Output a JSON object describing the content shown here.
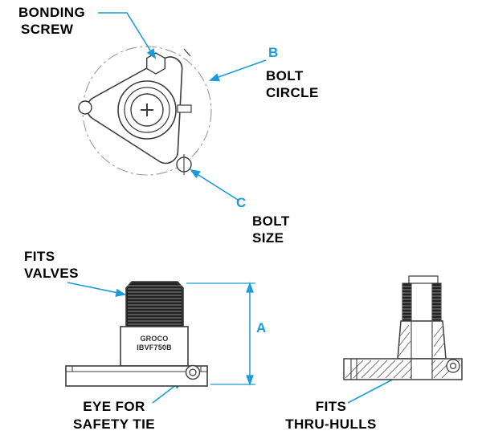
{
  "diagram_title": "flanged-thru-hull-fitting-diagram",
  "colors": {
    "accent_blue": "#1a9cd8",
    "line_ink": "#3c3c3c",
    "thread_dark": "#1f1f1f"
  },
  "labels": {
    "bonding": {
      "line1": "BONDING",
      "line2": "SCREW"
    },
    "bolt_circle": {
      "letter": "B",
      "line1": "BOLT",
      "line2": "CIRCLE"
    },
    "bolt_size": {
      "letter": "C",
      "line1": "BOLT",
      "line2": "SIZE"
    },
    "fits_valves": {
      "line1": "FITS",
      "line2": "VALVES"
    },
    "dimension": {
      "letter": "A"
    },
    "eye": {
      "line1": "EYE FOR",
      "line2": "SAFETY TIE"
    },
    "thru_hulls": {
      "line1": "FITS",
      "line2": "THRU-HULLS"
    },
    "product": {
      "line1": "GROCO",
      "line2": "IBVF750B"
    }
  }
}
